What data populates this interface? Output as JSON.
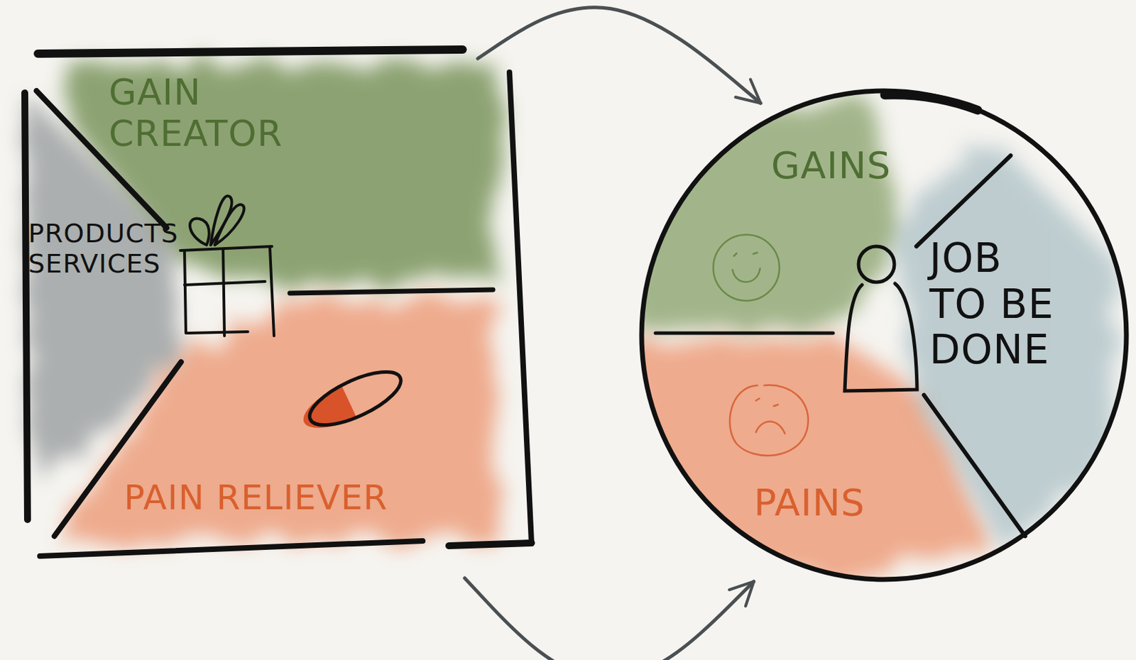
{
  "diagram": {
    "nodes": [
      {
        "text": [
          "GAIN CREATOR"
        ]
      },
      {
        "text": [
          "PRODUCTS SERVICES"
        ]
      },
      {
        "text": [
          "PAIN RELIEVER"
        ]
      },
      {
        "text": [
          "GAINS"
        ]
      },
      {
        "text": [
          "JOB TO BE DONE"
        ]
      },
      {
        "text": [
          "PAINS"
        ]
      }
    ],
    "edges": [
      {
        "from": 0,
        "to": 3,
        "arrow": "to"
      },
      {
        "from": 2,
        "to": 5,
        "arrow": "to"
      }
    ]
  }
}
